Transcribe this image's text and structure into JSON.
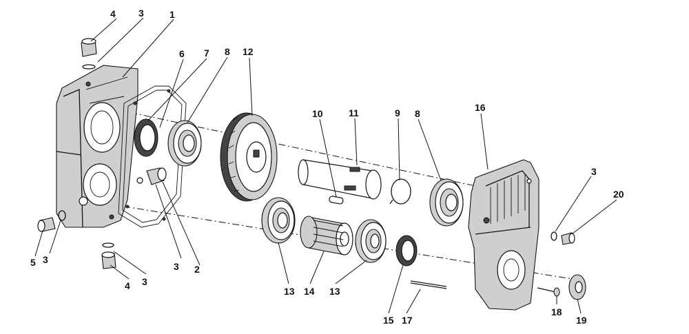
{
  "labels": {
    "l1": "1",
    "l2": "2",
    "l3a": "3",
    "l3b": "3",
    "l3c": "3",
    "l3d": "3",
    "l3e": "3",
    "l4a": "4",
    "l4b": "4",
    "l5": "5",
    "l6": "6",
    "l7": "7",
    "l8a": "8",
    "l8b": "8",
    "l9": "9",
    "l10": "10",
    "l11": "11",
    "l12": "12",
    "l13a": "13",
    "l13b": "13",
    "l14": "14",
    "l15": "15",
    "l16": "16",
    "l17": "17",
    "l18": "18",
    "l19": "19",
    "l20": "20"
  }
}
